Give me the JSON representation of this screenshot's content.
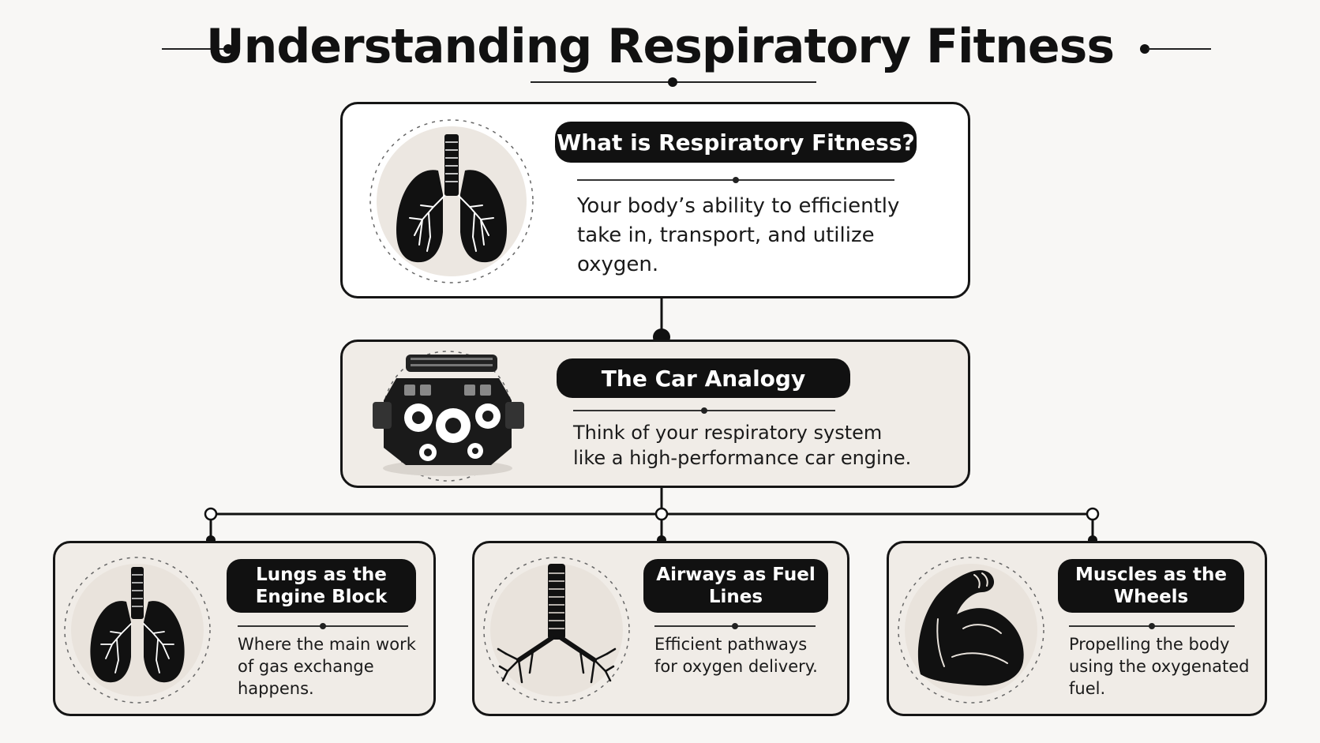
{
  "title": "Understanding Respiratory Fitness",
  "definition": {
    "heading": "What is Respiratory Fitness?",
    "text": "Your body’s ability to efficiently take in, transport, and utilize oxygen.",
    "icon": "lungs-icon"
  },
  "analogy": {
    "heading": "The Car Analogy",
    "text": "Think of your respiratory system like a high-performance car engine.",
    "icon": "car-engine-icon"
  },
  "components": [
    {
      "heading": "Lungs as the Engine Block",
      "text": "Where the main work of gas exchange happens.",
      "icon": "lungs-icon"
    },
    {
      "heading": "Airways as Fuel Lines",
      "text": "Efficient pathways for oxygen delivery.",
      "icon": "airways-icon"
    },
    {
      "heading": "Muscles as the Wheels",
      "text": "Propelling the body using the oxygenated fuel.",
      "icon": "flexed-arm-icon"
    }
  ],
  "colors": {
    "ink": "#111111",
    "page_background": "#f8f7f5",
    "card_beige": "#f0ece7",
    "icon_circle": "#ece7e1"
  }
}
